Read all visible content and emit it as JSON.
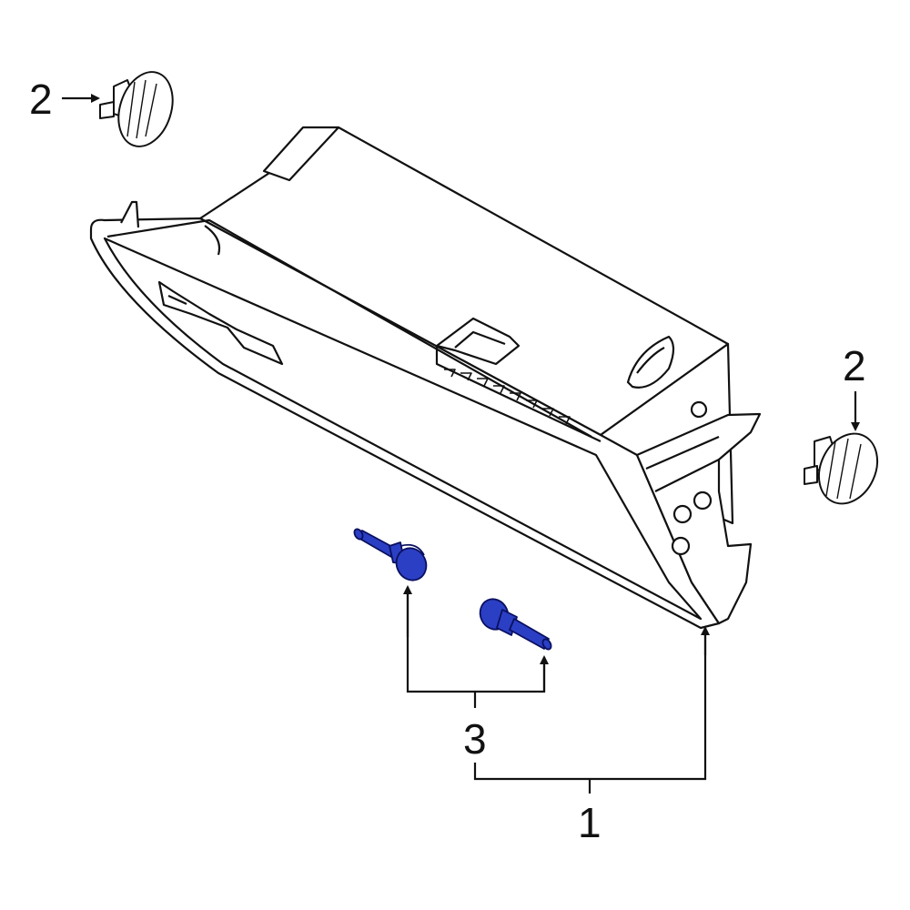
{
  "callouts": {
    "part1": "1",
    "part2_left": "2",
    "part2_right": "2",
    "part3": "3"
  },
  "colors": {
    "line": "#111111",
    "highlight_fill": "#2b3fc4",
    "highlight_stroke": "#0a1060"
  },
  "icons": {
    "glove_box": "glove-box-assembly",
    "bumper_left": "bumper-stop",
    "bumper_right": "bumper-stop",
    "pin_upper": "pivot-pin",
    "pin_lower": "pivot-pin"
  }
}
